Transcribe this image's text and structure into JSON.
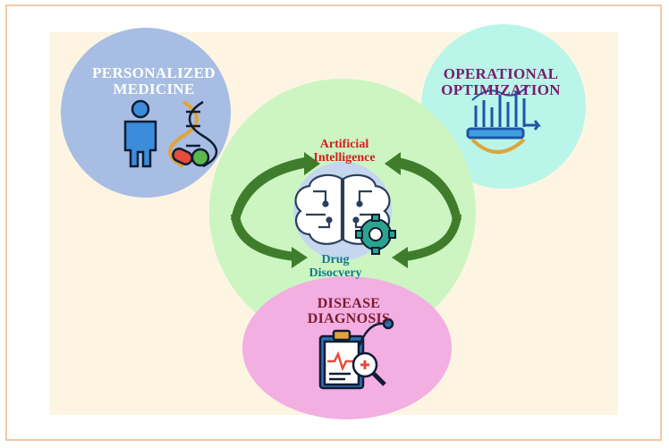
{
  "nodes": {
    "personalized_medicine": {
      "line1": "PERSONALIZED",
      "line2": "MEDICINE"
    },
    "operational_optimization": {
      "line1": "OPERATIONAL",
      "line2": "OPTIMIZATION"
    },
    "artificial_intelligence": {
      "line1": "Artificial",
      "line2": "Intelligence"
    },
    "drug_discovery": {
      "line1": "Drug",
      "line2": "Disocvery"
    },
    "disease_diagnosis": {
      "line1": "DISEASE",
      "line2": "DIAGNOSIS"
    }
  },
  "icons": [
    "person-icon",
    "dna-icon",
    "pill-icon",
    "analytics-gear-icon",
    "brain-circuit-icon",
    "gear-icon",
    "clipboard-icon",
    "stethoscope-icon",
    "magnifier-icon"
  ],
  "colors": {
    "personalized_medicine_bg": "#a8bde3",
    "operational_optimization_bg": "#b9f5e8",
    "ai_halo": "#ccf5c2",
    "arrows": "#3f7d2c",
    "disease_diagnosis_bg": "#f3aee2",
    "ai_title": "#d11d1d",
    "drug_title": "#127a88"
  }
}
